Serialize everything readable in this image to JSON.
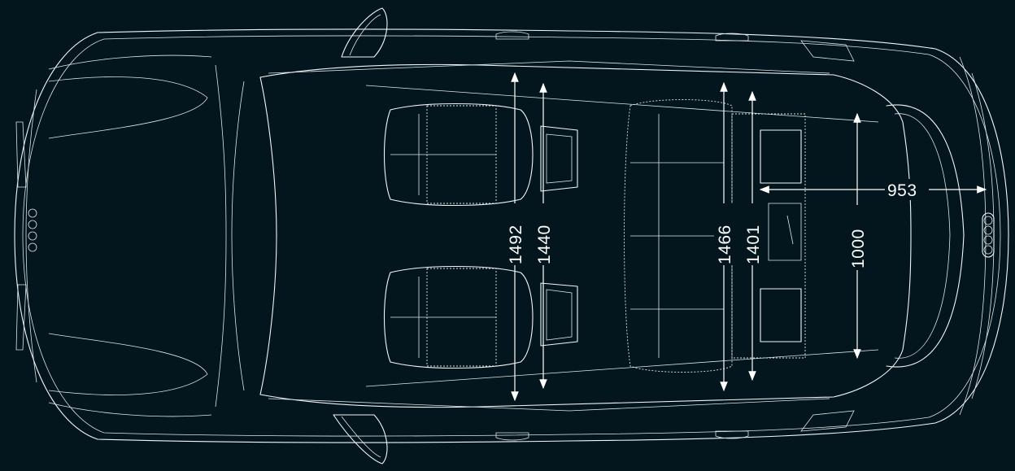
{
  "diagram": {
    "background_color": "#03161d",
    "line_color": "#f2f6f7",
    "subject": "car-top-view-outline",
    "brand_logo": "four-rings-logo"
  },
  "dimensions": {
    "front_shoulder_outer": "1492",
    "front_shoulder_inner": "1440",
    "rear_shoulder_outer": "1466",
    "rear_shoulder_inner": "1401",
    "cargo_width": "1000",
    "cargo_depth": "953"
  }
}
